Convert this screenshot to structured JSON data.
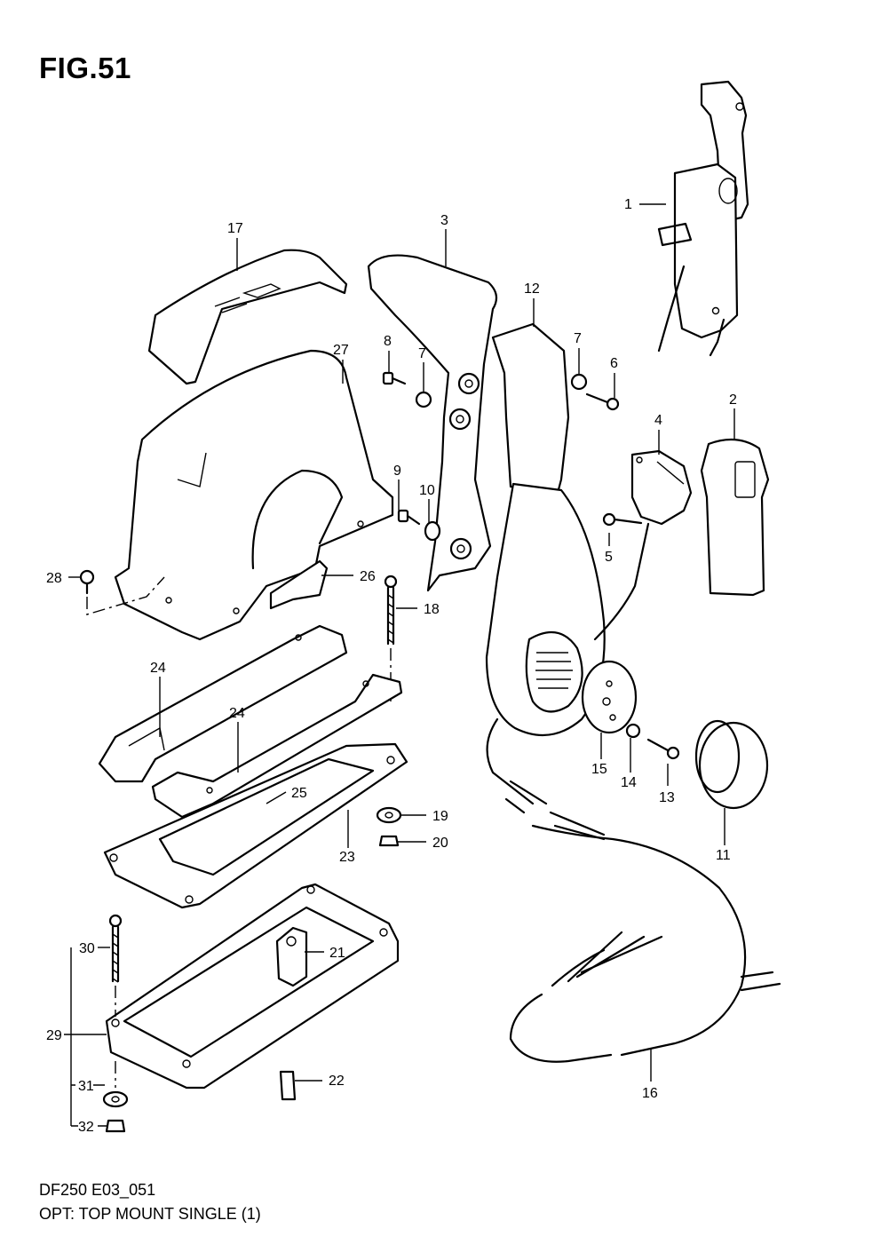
{
  "figure": {
    "title": "FIG.51",
    "code": "DF250 E03_051",
    "description": "OPT: TOP MOUNT SINGLE (1)"
  },
  "callouts": [
    "1",
    "2",
    "3",
    "4",
    "5",
    "6",
    "7",
    "7",
    "8",
    "9",
    "10",
    "11",
    "12",
    "13",
    "14",
    "15",
    "16",
    "17",
    "18",
    "19",
    "20",
    "21",
    "22",
    "23",
    "24",
    "24",
    "25",
    "26",
    "27",
    "28",
    "29",
    "30",
    "31",
    "32"
  ]
}
